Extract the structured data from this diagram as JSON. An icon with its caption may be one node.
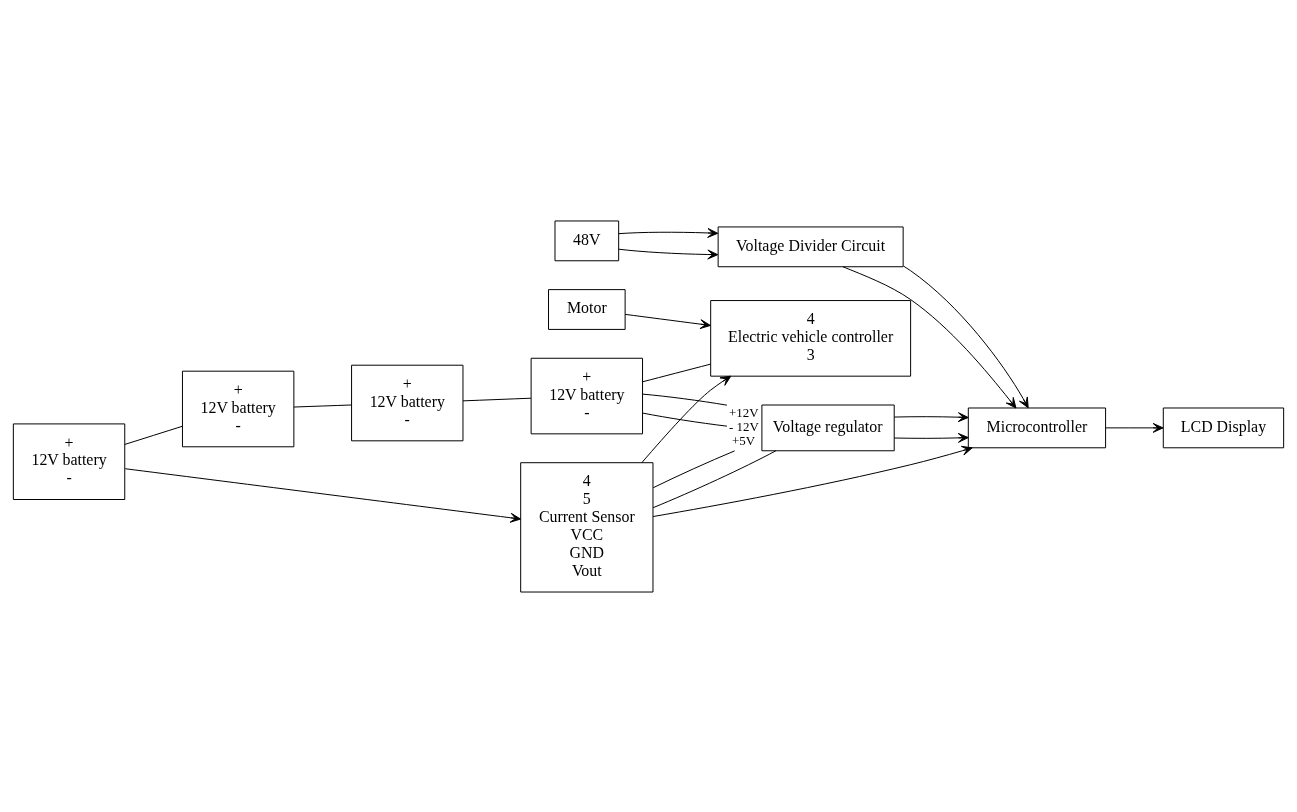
{
  "diagram": {
    "nodes": [
      {
        "text": [
          "+",
          "12V battery",
          "-"
        ]
      },
      {
        "text": [
          "+",
          "12V battery",
          "-"
        ]
      },
      {
        "text": [
          "+",
          "12V battery",
          "-"
        ]
      },
      {
        "text": [
          "+",
          "12V battery",
          "-"
        ]
      },
      {
        "text": [
          "4",
          "5",
          "Current Sensor",
          "VCC",
          "GND",
          "Vout"
        ]
      },
      {
        "text": [
          "4",
          "Electric vehicle controller",
          "3"
        ]
      },
      {
        "text": [
          "Motor"
        ]
      },
      {
        "text": [
          "Voltage regulator"
        ],
        "beside": [
          "+12V",
          "- 12V",
          "+5V"
        ]
      },
      {
        "text": [
          "Voltage Divider Circuit"
        ]
      },
      {
        "text": [
          "48V"
        ]
      },
      {
        "text": [
          "Microcontroller"
        ]
      },
      {
        "text": [
          "LCD Display"
        ]
      }
    ],
    "edges": [
      {
        "from": 0,
        "to": 4,
        "arrow": "to"
      },
      {
        "from": 0,
        "to": 1,
        "arrow": "none"
      },
      {
        "from": 1,
        "to": 2,
        "arrow": "none"
      },
      {
        "from": 2,
        "to": 3,
        "arrow": "none"
      },
      {
        "from": 4,
        "to": 5,
        "arrow": "to"
      },
      {
        "from": 6,
        "to": 5,
        "arrow": "to"
      },
      {
        "from": 3,
        "to": 7,
        "arrow": "none"
      },
      {
        "from": 3,
        "to": 7,
        "arrow": "none"
      },
      {
        "from": 3,
        "to": 5,
        "arrow": "none"
      },
      {
        "from": 4,
        "to": 7,
        "arrow": "none"
      },
      {
        "from": 4,
        "to": 7,
        "arrow": "none"
      },
      {
        "from": 7,
        "to": 10,
        "arrow": "to"
      },
      {
        "from": 7,
        "to": 10,
        "arrow": "to"
      },
      {
        "from": 4,
        "to": 10,
        "arrow": "to"
      },
      {
        "from": 8,
        "to": 10,
        "arrow": "to"
      },
      {
        "from": 8,
        "to": 10,
        "arrow": "to"
      },
      {
        "from": 9,
        "to": 8,
        "arrow": "to"
      },
      {
        "from": 9,
        "to": 8,
        "arrow": "to"
      },
      {
        "from": 10,
        "to": 11,
        "arrow": "to"
      }
    ]
  }
}
